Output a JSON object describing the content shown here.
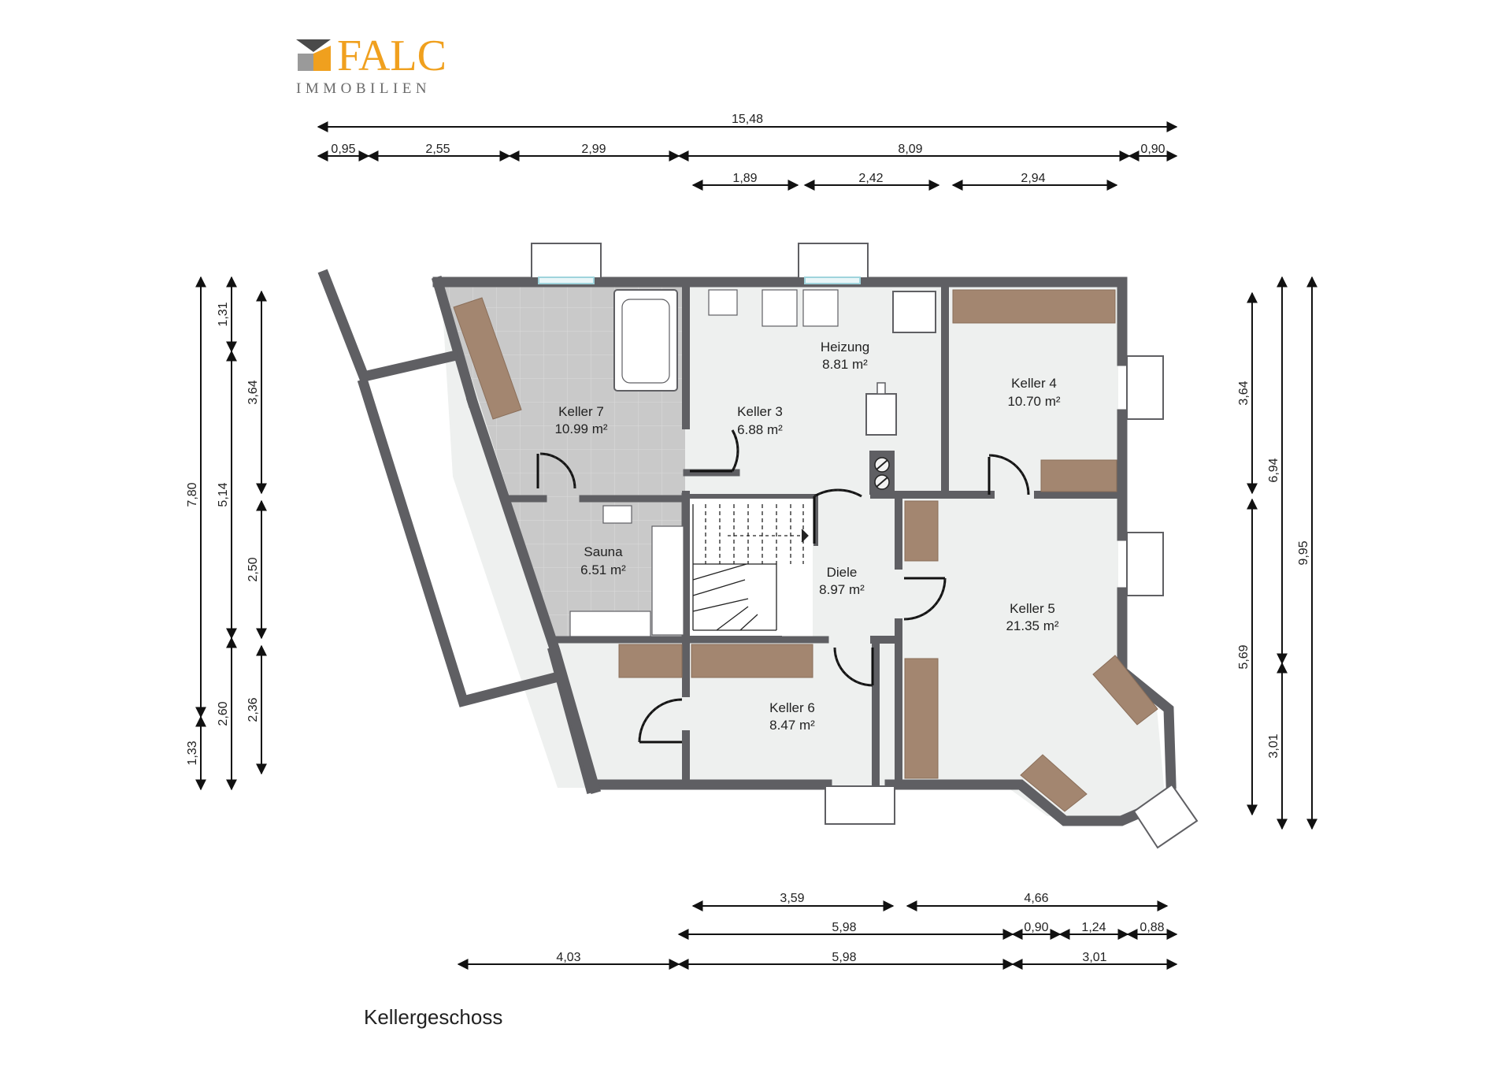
{
  "logo": {
    "brand": "FALC",
    "subtitle": "IMMOBILIEN",
    "colors": {
      "brand": "#f0a01e",
      "subtitle": "#6b6b6b",
      "mark_dark": "#4a4a4a",
      "mark_light": "#9a9a9a",
      "mark_accent": "#f0a01e"
    }
  },
  "caption": "Kellergeschoss",
  "colors": {
    "wall": "#5f5f63",
    "floor": "#eef0ef",
    "tile": "#c9c9c9",
    "tile_line": "#d9d9d9",
    "wood": "#a38670",
    "dimension": "#111111"
  },
  "rooms": [
    {
      "name": "Keller 7",
      "area": "10.99 m²"
    },
    {
      "name": "Sauna",
      "area": "6.51 m²"
    },
    {
      "name": "Keller 3",
      "area": "6.88 m²"
    },
    {
      "name": "Heizung",
      "area": "8.81 m²"
    },
    {
      "name": "Keller 4",
      "area": "10.70 m²"
    },
    {
      "name": "Diele",
      "area": "8.97 m²"
    },
    {
      "name": "Keller 5",
      "area": "21.35 m²"
    },
    {
      "name": "Keller 6",
      "area": "8.47 m²"
    }
  ],
  "dimensions": {
    "top_total": "15,48",
    "top_row": [
      "0,95",
      "2,55",
      "2,99",
      "8,09",
      "0,90"
    ],
    "top_inner": [
      "1,89",
      "2,42",
      "2,94"
    ],
    "bottom_inner": [
      "3,59",
      "4,66"
    ],
    "bottom_row": [
      "5,98",
      "0,90",
      "1,24",
      "0,88"
    ],
    "bottom_total": [
      "4,03",
      "5,98",
      "3,01"
    ],
    "left_total": [
      "7,80",
      "1,33"
    ],
    "left_mid": [
      "1,31",
      "5,14",
      "2,60"
    ],
    "left_inner": [
      "3,64",
      "2,50",
      "2,36"
    ],
    "right_inner": [
      "3,64",
      "5,69"
    ],
    "right_mid": [
      "6,94",
      "3,01"
    ],
    "right_total": "9,95"
  }
}
